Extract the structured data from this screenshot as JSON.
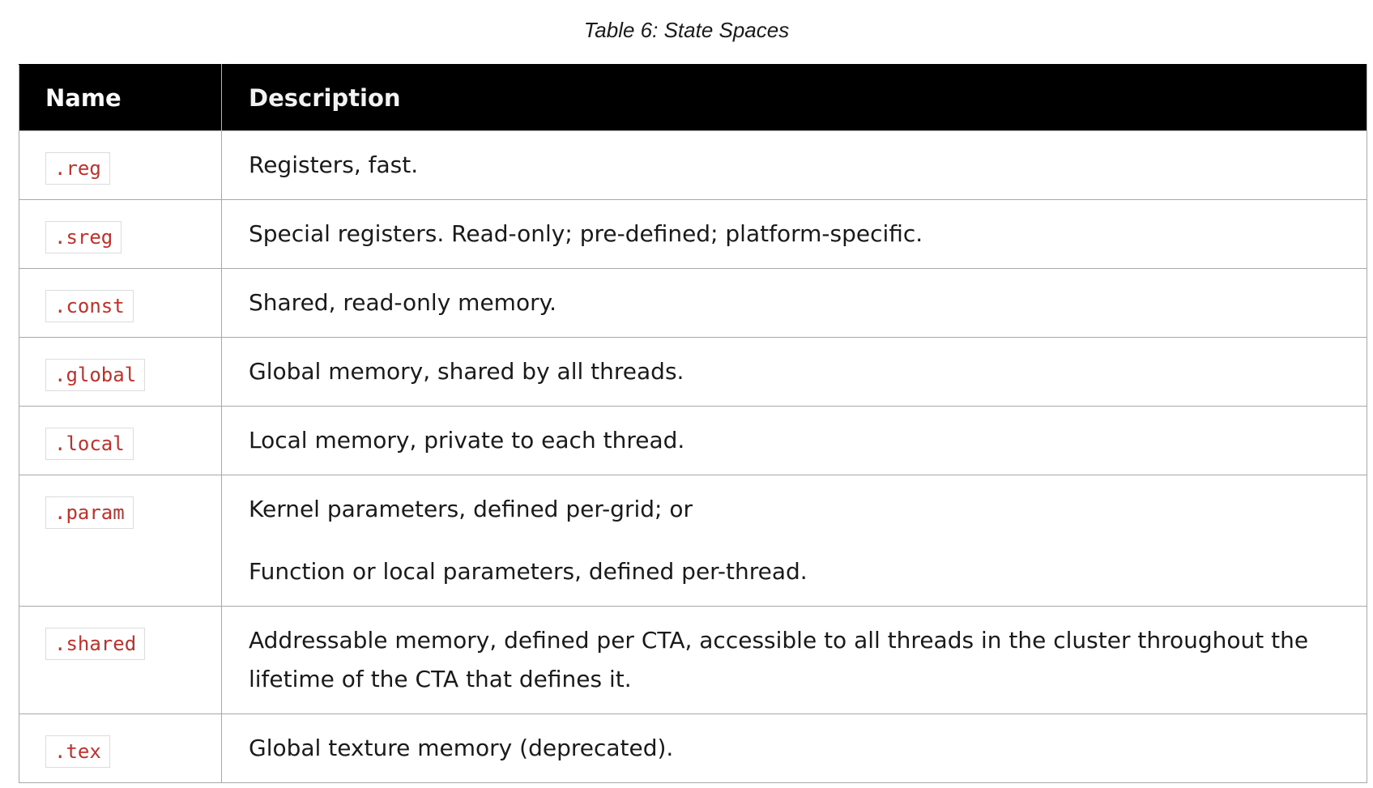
{
  "caption": "Table 6: State Spaces",
  "table": {
    "headers": {
      "name": "Name",
      "description": "Description"
    },
    "rows": [
      {
        "name": ".reg",
        "description": [
          "Registers, fast."
        ]
      },
      {
        "name": ".sreg",
        "description": [
          "Special registers. Read-only; pre-defined; platform-specific."
        ]
      },
      {
        "name": ".const",
        "description": [
          "Shared, read-only memory."
        ]
      },
      {
        "name": ".global",
        "description": [
          "Global memory, shared by all threads."
        ]
      },
      {
        "name": ".local",
        "description": [
          "Local memory, private to each thread."
        ]
      },
      {
        "name": ".param",
        "description": [
          "Kernel parameters, defined per-grid; or",
          "Function or local parameters, defined per-thread."
        ]
      },
      {
        "name": ".shared",
        "description": [
          "Addressable memory, defined per CTA, accessible to all threads in the cluster throughout the lifetime of the CTA that defines it."
        ]
      },
      {
        "name": ".tex",
        "description": [
          "Global texture memory (deprecated)."
        ]
      }
    ]
  },
  "colors": {
    "header_bg": "#000000",
    "header_text": "#ffffff",
    "code_text": "#c0312b",
    "border": "#a8a8a8"
  }
}
